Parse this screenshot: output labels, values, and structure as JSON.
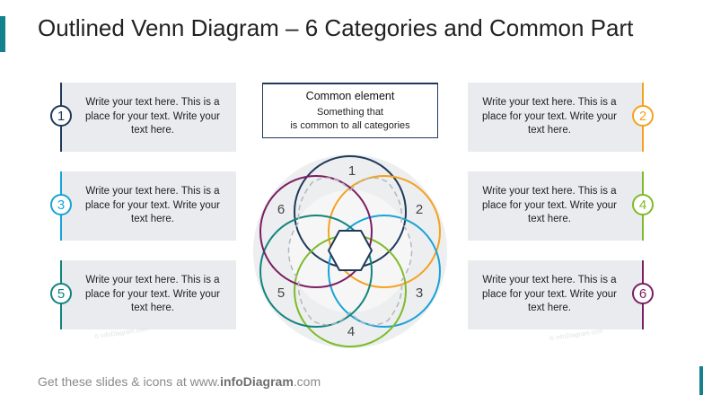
{
  "title": "Outlined Venn Diagram – 6 Categories and Common Part",
  "common": {
    "title": "Common element",
    "text_line1": "Something that",
    "text_line2": "is common to all categories"
  },
  "categories": [
    {
      "number": "1",
      "color": "#1f3a5a",
      "line1": "Write your text here. This is a",
      "line2": "place for your text. Write your",
      "line3": "text here."
    },
    {
      "number": "2",
      "color": "#f4a21e",
      "line1": "Write your text here. This is a",
      "line2": "place for your text. Write your",
      "line3": "text here."
    },
    {
      "number": "3",
      "color": "#1aa3d6",
      "line1": "Write your text here. This is a",
      "line2": "place for your text. Write your",
      "line3": "text here."
    },
    {
      "number": "4",
      "color": "#7dbb2a",
      "line1": "Write your text here. This is a",
      "line2": "place for your text. Write your",
      "line3": "text here."
    },
    {
      "number": "5",
      "color": "#12847e",
      "line1": "Write your text here. This is a",
      "line2": "place for your text. Write your",
      "line3": "text here."
    },
    {
      "number": "6",
      "color": "#7a1e63",
      "line1": "Write your text here. This is a",
      "line2": "place for your text. Write your",
      "line3": "text here."
    }
  ],
  "footer": {
    "prefix": "Get these slides & icons at www.",
    "brand": "infoDiagram",
    "suffix": ".com"
  },
  "watermark": "© infoDiagram.com"
}
